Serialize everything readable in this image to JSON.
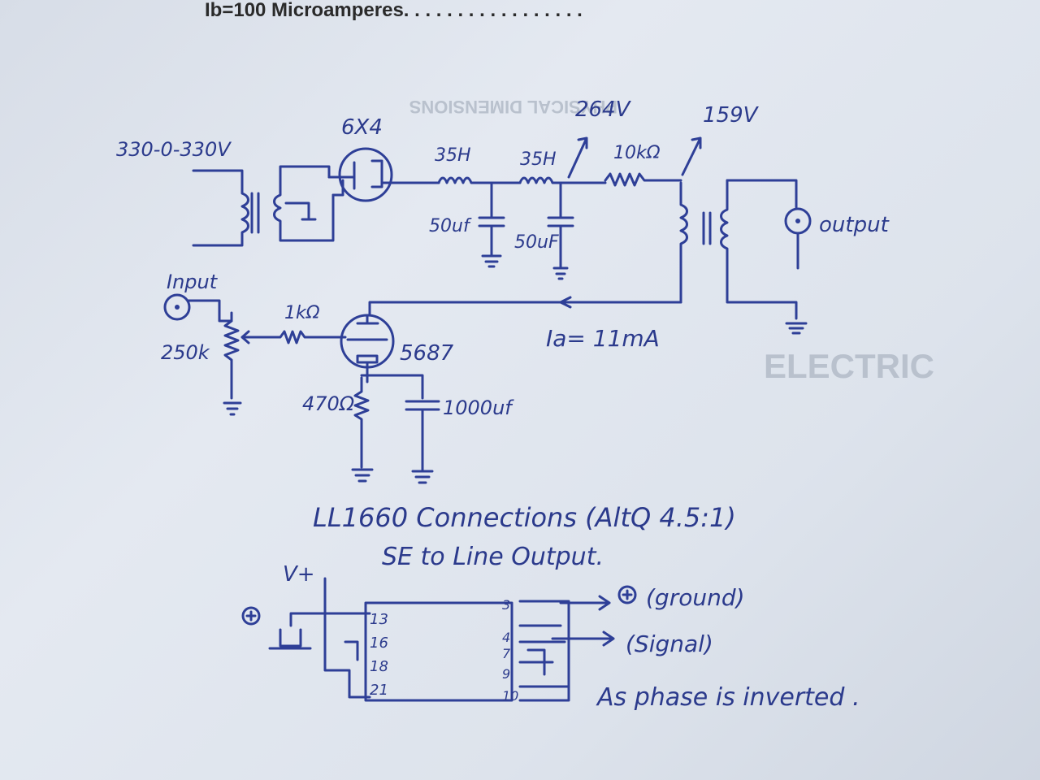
{
  "printed_header": "Ib=100 Microamperes. . . . . . . . . . . . . . . . .",
  "bleed_through": {
    "dimensions": "PHYSICAL DIMENSIONS",
    "electric": "ELECTRIC"
  },
  "power_supply": {
    "transformer_label": "330-0-330V",
    "rectifier_label": "6X4",
    "choke1_label": "35H",
    "choke2_label": "35H",
    "cap1_label": "50uf",
    "cap2_label": "50uF",
    "resistor_label": "10kΩ",
    "voltage1_label": "264V",
    "voltage2_label": "159V"
  },
  "amplifier": {
    "input_label": "Input",
    "pot_label": "250k",
    "grid_resistor_label": "1kΩ",
    "tube_label": "5687",
    "cathode_resistor_label": "470Ω",
    "cathode_cap_label": "1000uf",
    "current_label": "Ia= 11mA",
    "output_label": "output"
  },
  "connections": {
    "title": "LL1660 Connections (AltQ 4.5:1)",
    "subtitle": "SE to Line Output.",
    "vplus_label": "V+",
    "primary_pins": [
      "13",
      "16",
      "18",
      "21"
    ],
    "secondary_pins": [
      "3",
      "4",
      "7",
      "9",
      "10"
    ],
    "ground_label": "(ground)",
    "signal_label": "(Signal)",
    "note": "As phase is inverted ."
  }
}
